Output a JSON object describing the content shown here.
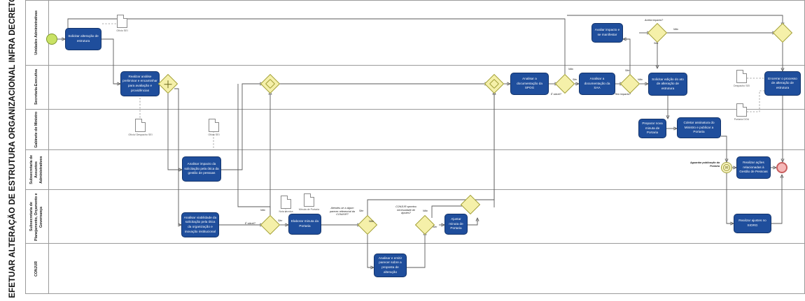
{
  "pool": {
    "title": "EFETUAR ALTERAÇÃO DE ESTRUTURA ORGANIZACIONAL INFRA DECRETO"
  },
  "lanes": [
    {
      "id": "unidades-administrativas",
      "label": "Unidades Administrativas"
    },
    {
      "id": "secretaria-executiva",
      "label": "Secretaria-Executiva"
    },
    {
      "id": "gabinete-do-ministro",
      "label": "Gabinete do Ministro"
    },
    {
      "id": "subsecretaria-assuntos-administrativos",
      "label": "Subsecretaria de Assuntos Administrativos"
    },
    {
      "id": "subsecretaria-planejamento-orcamento-governanca",
      "label": "Subsecretaria de Planejamento, Orçamento e Governança"
    },
    {
      "id": "conjur",
      "label": "CONJUR"
    }
  ],
  "events": {
    "start": {
      "name": "start-event",
      "type": "start"
    },
    "aguardar_publicacao": {
      "label": "Aguardar publicação da Portaria",
      "type": "intermediate",
      "glyph": "✉"
    },
    "end": {
      "name": "end-event",
      "type": "end"
    }
  },
  "tasks": {
    "solicitar_alteracao": "Solicitar alteração de estrutura",
    "realizar_analise_preliminar": "Realizar análise preliminar e encaminhar para avaliação e providências",
    "analisar_impacto_gestao_pessoas": "Analisar impacto da solicitação pela ótica da gestão de pessoas",
    "analisar_viabilidade_organizacao": "Analisar viabilidade da solicitação pela ótica da organização e inovação institucional",
    "elaborar_minuta_portaria": "Elaborar minuta da Portaria",
    "analisar_emitir_parecer": "Analisar e emitir parecer sobre a proposta de alteração",
    "ajustar_minuta_portaria": "Ajustar minuta de Portaria",
    "analisar_documentacao_spog": "Analisar a documentação da SPOG",
    "analisar_documentacao_saa": "Analisar a documentação da SAA",
    "avaliar_impacto_manifestar": "Avaliar impacto e se manifestar",
    "solicitar_edicao_ato": "Solicitar edição do ato de alteração de estrutura",
    "preparar_nova_minuta": "Preparar nova minuta de Portaria",
    "coletar_assinatura": "Coletar assinatura do Ministro e publicar a Portaria",
    "realizar_acoes_gestao_pessoas": "Realizar ações relacionadas à Gestão de Pessoas",
    "realizar_ajustes_siorg": "Realizar ajustes no SIORG",
    "encerrar_processo": "Encerrar o processo de alteração de estrutura"
  },
  "gateways": {
    "parallel_split": {
      "label": "",
      "type": "parallel"
    },
    "merge_after_analises": {
      "label": "",
      "type": "exclusive"
    },
    "merge_before_spog": {
      "label": "",
      "type": "exclusive"
    },
    "e_viavel_spog": {
      "label": "É viável?",
      "type": "exclusive"
    },
    "tem_impacto": {
      "label": "Tem impacto?",
      "type": "exclusive"
    },
    "aceita_impacto": {
      "label": "Aceita impacto?",
      "type": "exclusive"
    },
    "merge_top_right": {
      "label": "",
      "type": "exclusive"
    },
    "e_viavel_conjur": {
      "label": "É viável?",
      "type": "exclusive"
    },
    "atendeu_parecer": {
      "label": "Atendeu-se a algum parecer referencial da CONJUR?",
      "type": "exclusive"
    },
    "conjur_ajustes": {
      "label": "CONJUR apontou necessidade de ajustes?",
      "type": "exclusive"
    },
    "merge_apos_ajuste": {
      "label": "",
      "type": "exclusive"
    }
  },
  "documents": {
    "oficio_sei_1": "Ofício SEI",
    "oficio_despacho_sei": "Ofício/ Despacho SEI",
    "oficio_sei_2": "Ofício SEI",
    "nota_tecnica": "Nota técnica",
    "minuta_de_portaria": "Minuta de Portaria",
    "despacho_sei": "Despacho SEI",
    "portaria_dou": "Portaria DOU"
  },
  "flow_labels": {
    "nao_1": "Não",
    "sim_1": "Sim",
    "nao_spog": "Não",
    "sim_spog": "Sim",
    "sim_impacto": "Sim",
    "nao_impacto": "Não",
    "nao_aceita": "Não",
    "sim_aceita": "Sim",
    "sim_atendeu": "Sim",
    "nao_atendeu": "Não",
    "nao_ajustes": "Não",
    "sim_ajustes": "Sim"
  },
  "colors": {
    "task_fill": "#1f4e9c",
    "gateway_fill": "#f5f0a9",
    "start_fill": "#c9e265",
    "end_fill": "#f6b8b8",
    "lane_border": "#9a9a9a",
    "connector": "#5a5a5a"
  }
}
